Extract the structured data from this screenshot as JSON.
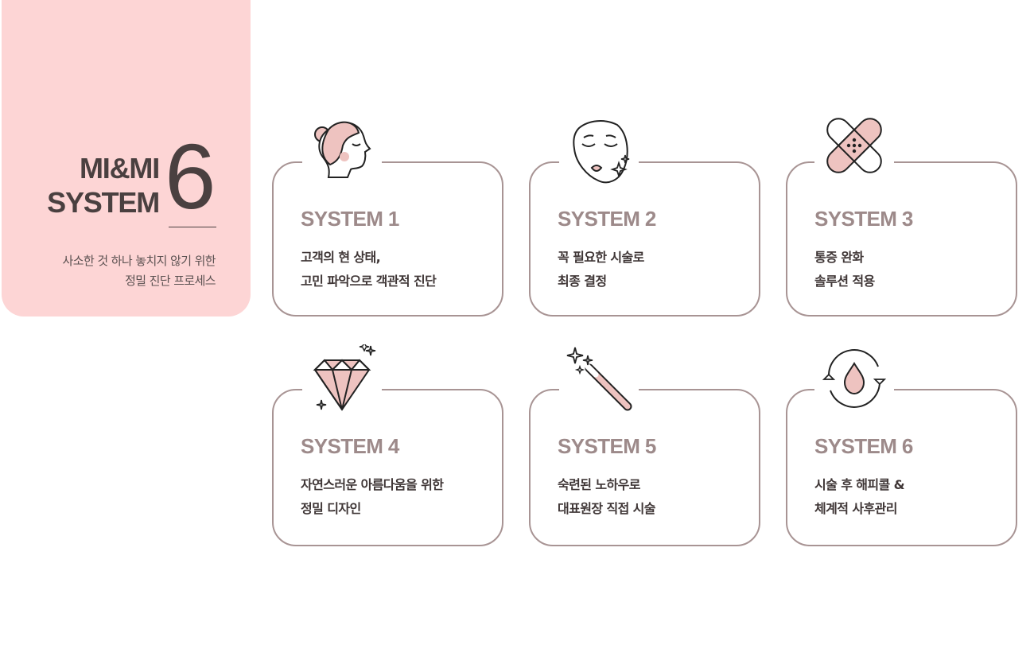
{
  "hero": {
    "title_line1": "MI&MI",
    "title_line2": "SYSTEM",
    "number": "6",
    "subtitle_line1": "사소한 것 하나 놓치지 않기 위한",
    "subtitle_line2": "정밀 진단 프로세스"
  },
  "colors": {
    "hero_bg": "#fdd5d5",
    "card_border": "#a89494",
    "card_title": "#9d8a8a",
    "icon_fill": "#eec3c0",
    "text_dark": "#3f3636"
  },
  "cards": [
    {
      "title": "SYSTEM 1",
      "line1": "고객의 현 상태,",
      "line2": "고민 파악으로 객관적 진단",
      "icon": "face-profile-icon"
    },
    {
      "title": "SYSTEM 2",
      "line1": "꼭 필요한 시술로",
      "line2": "최종 결정",
      "icon": "face-mask-icon"
    },
    {
      "title": "SYSTEM 3",
      "line1": "통증 완화",
      "line2": "솔루션 적용",
      "icon": "bandage-icon"
    },
    {
      "title": "SYSTEM 4",
      "line1": "자연스러운 아름다움을 위한",
      "line2": "정밀 디자인",
      "icon": "diamond-icon"
    },
    {
      "title": "SYSTEM 5",
      "line1": "숙련된 노하우로",
      "line2": "대표원장 직접 시술",
      "icon": "magic-wand-icon"
    },
    {
      "title": "SYSTEM 6",
      "line1": "시술 후 해피콜 &",
      "line2": "체계적 사후관리",
      "icon": "drop-cycle-icon"
    }
  ]
}
